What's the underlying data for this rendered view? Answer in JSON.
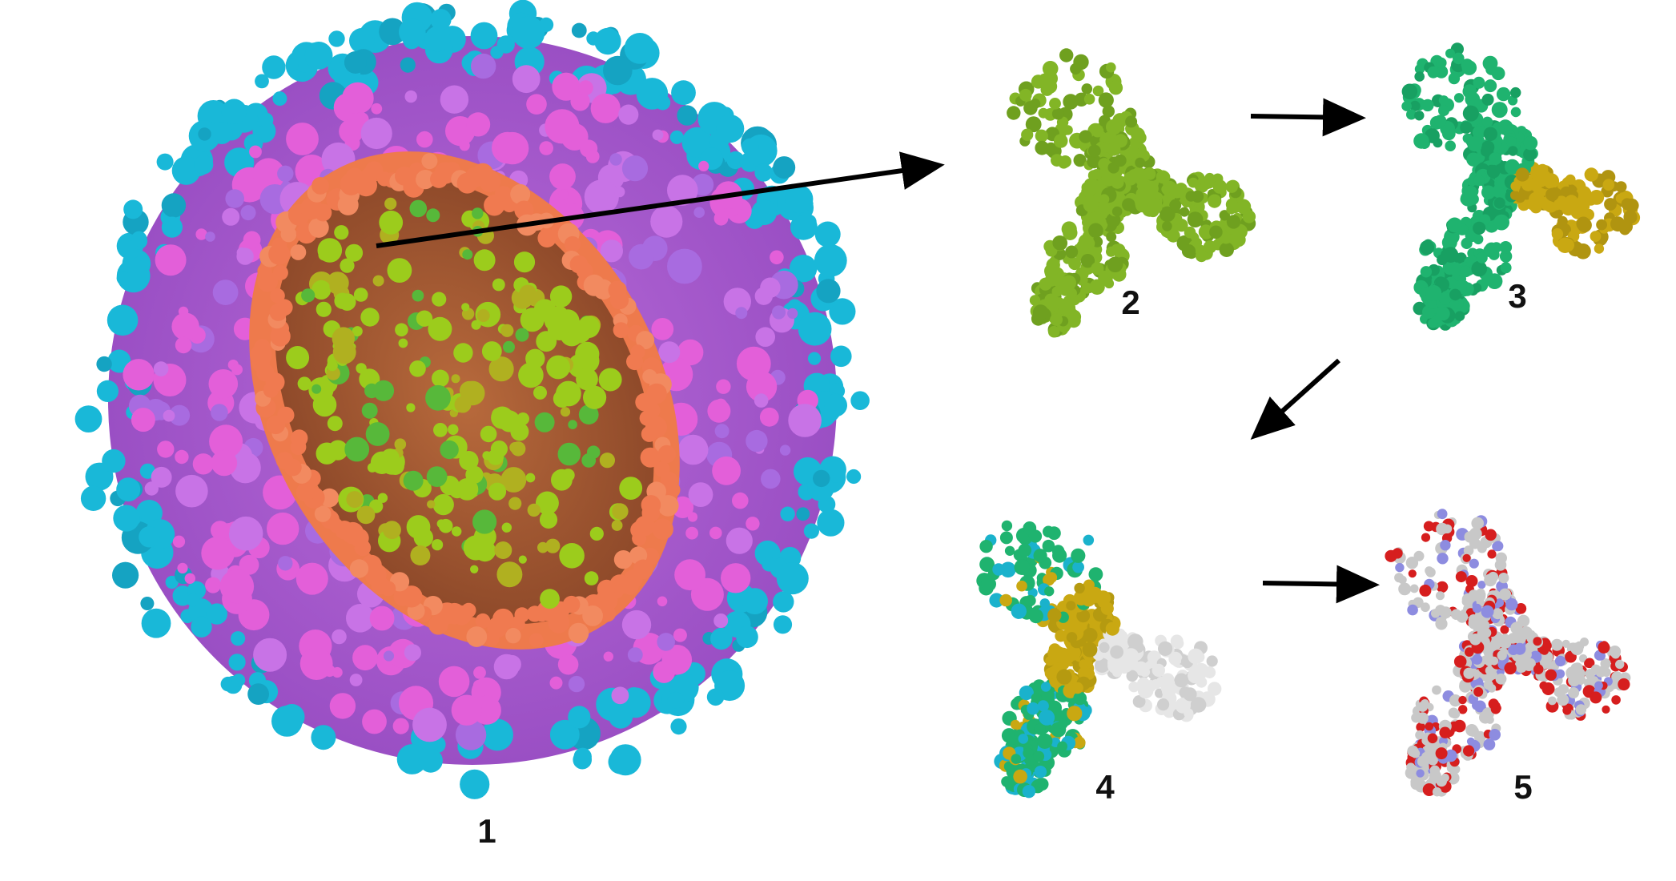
{
  "figure": {
    "panel_labels": [
      "1",
      "2",
      "3",
      "4",
      "5"
    ]
  },
  "colors": {
    "spike_cyan": "#19b8d8",
    "envelope_pink": "#e35fd9",
    "envelope_purple": "#a86be0",
    "membrane_orange": "#f07a50",
    "interior_lime": "#9ccc1c",
    "interior_olive": "#b0b020",
    "protein_green": "#82b526",
    "domain_teal": "#1fb36f",
    "domain_gold": "#c9a812",
    "domain_cyan": "#1ab2cc",
    "domain_white": "#e6e6e6",
    "atom_grey": "#c8c8c8",
    "atom_red": "#d61e1e",
    "atom_blue": "#8d8ce0",
    "arrow": "#000000"
  },
  "icons": {
    "flow_arrow": "arrow-right-icon",
    "diag_arrow": "arrow-down-left-icon"
  }
}
